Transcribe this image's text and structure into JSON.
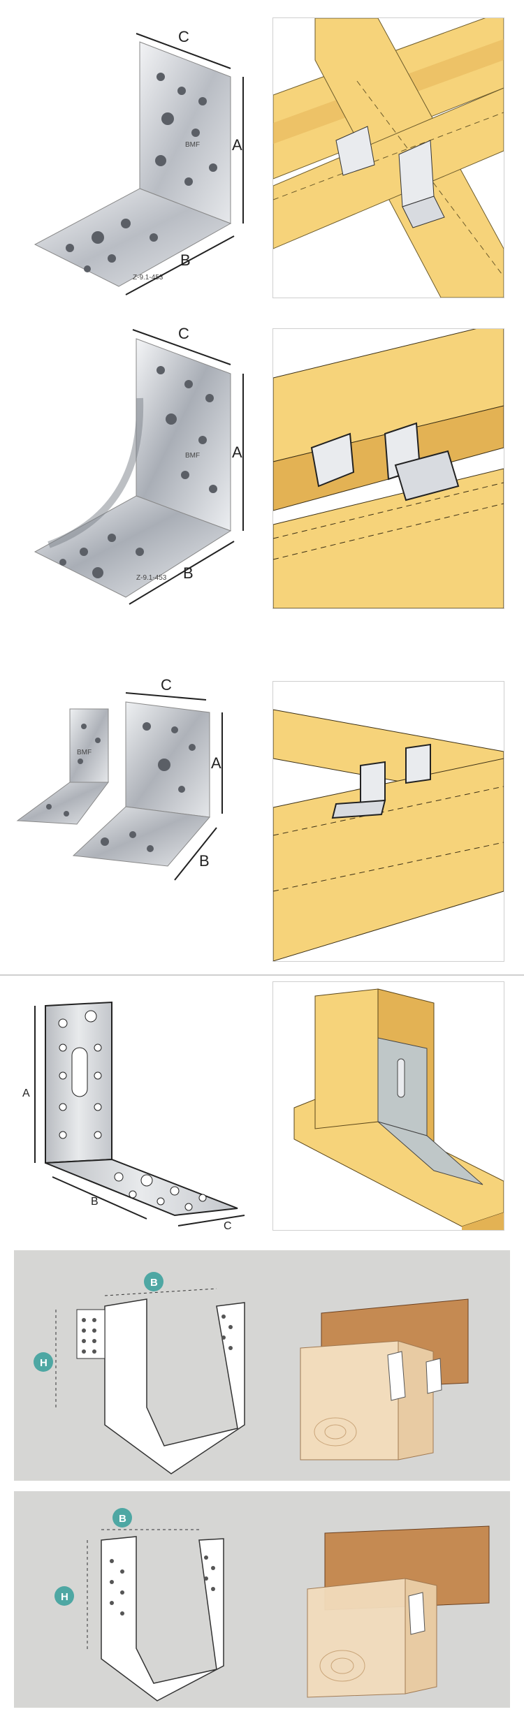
{
  "colors": {
    "wood": "#f6d37a",
    "wood_dark": "#e3b254",
    "metal": "#d8dbe0",
    "teal_badge": "#4ea7a3",
    "gray_band": "#d6d6d4"
  },
  "row1": {
    "dim_a": "A",
    "dim_b": "B",
    "dim_c": "C",
    "brand": "BMF",
    "code": "Z-9.1-453"
  },
  "row2": {
    "dim_a": "A",
    "dim_b": "B",
    "dim_c": "C",
    "brand": "BMF",
    "code": "Z-9.1-453"
  },
  "row3": {
    "dim_a": "A",
    "dim_b": "B",
    "dim_c": "C",
    "brand": "BMF"
  },
  "row4": {
    "dim_a": "A",
    "dim_b": "B",
    "dim_c": "C"
  },
  "row5": {
    "dim_b": "B",
    "dim_h": "H"
  },
  "row6": {
    "dim_b": "B",
    "dim_h": "H"
  }
}
